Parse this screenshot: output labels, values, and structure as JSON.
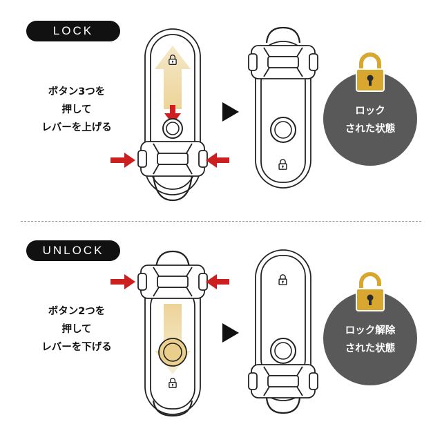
{
  "lock_section": {
    "title": "LOCK",
    "instruction_lines": [
      "ボタン3つを",
      "押して",
      "レバーを上げる"
    ],
    "result_lines": [
      "ロック",
      "された状態"
    ]
  },
  "unlock_section": {
    "title": "UNLOCK",
    "instruction_lines": [
      "ボタン2つを",
      "押して",
      "レバーを下げる"
    ],
    "result_lines": [
      "ロック解除",
      "された状態"
    ]
  },
  "colors": {
    "pill_bg": "#111111",
    "arrow_red": "#cc1f1f",
    "lever_gold": "#e9cc86",
    "padlock_gold": "#d7a72f",
    "result_circle": "#595959"
  },
  "icons": [
    "padlock-icon",
    "small-padlock-icon",
    "red-arrow-icon",
    "play-triangle-icon",
    "up-arrow-icon",
    "down-arrow-icon"
  ]
}
